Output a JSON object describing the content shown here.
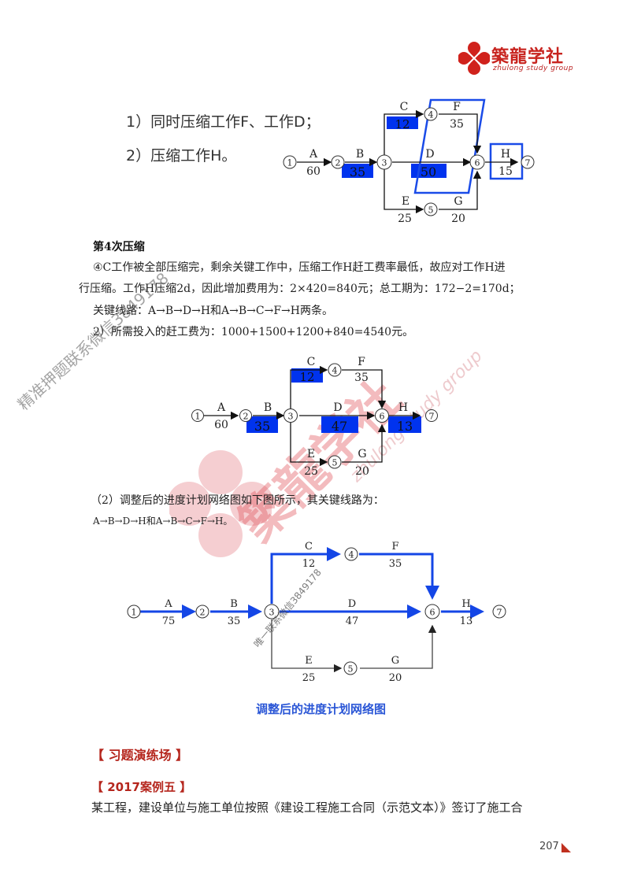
{
  "header": {
    "logo_title": "築龍学社",
    "logo_subtitle": "zhulong study group"
  },
  "step_list": {
    "items": [
      "1）同时压缩工作F、工作D；",
      "2）压缩工作H。"
    ]
  },
  "diagram1": {
    "nodes": [
      "①",
      "②",
      "③",
      "④",
      "⑤",
      "⑥",
      "⑦"
    ],
    "activities": [
      {
        "name": "A",
        "duration": "60"
      },
      {
        "name": "B",
        "duration": "35",
        "highlight": true
      },
      {
        "name": "C",
        "duration": "12",
        "highlight": true
      },
      {
        "name": "D",
        "duration": "50",
        "highlight": true
      },
      {
        "name": "E",
        "duration": "25"
      },
      {
        "name": "F",
        "duration": "35"
      },
      {
        "name": "G",
        "duration": "20"
      },
      {
        "name": "H",
        "duration": "15",
        "boxed": true
      }
    ]
  },
  "section4": {
    "heading": "第4次压缩",
    "lines": [
      "④C工作被全部压缩完，剩余关键工作中，压缩工作H赶工费率最低，故应对工作H进",
      "行压缩。工作H压缩2d，因此增加费用为：2×420=840元；总工期为：172−2=170d；",
      "关键线路：A→B→D→H和A→B→C→F→H两条。",
      "2）所需投入的赶工费为：1000+1500+1200+840=4540元。"
    ]
  },
  "diagram2": {
    "nodes": [
      "①",
      "②",
      "③",
      "④",
      "⑤",
      "⑥",
      "⑦"
    ],
    "activities": [
      {
        "name": "A",
        "duration": "60"
      },
      {
        "name": "B",
        "duration": "35",
        "highlight": true
      },
      {
        "name": "C",
        "duration": "12",
        "highlight": true
      },
      {
        "name": "D",
        "duration": "47",
        "highlight": true
      },
      {
        "name": "E",
        "duration": "25"
      },
      {
        "name": "F",
        "duration": "35"
      },
      {
        "name": "G",
        "duration": "20"
      },
      {
        "name": "H",
        "duration": "13",
        "highlight": true
      }
    ]
  },
  "part2": {
    "line1": "（2）调整后的进度计划网络图如下图所示，其关键线路为：",
    "line2": "A→B→D→H和A→B→C→F→H。"
  },
  "diagram3": {
    "nodes": [
      "①",
      "②",
      "③",
      "④",
      "⑤",
      "⑥",
      "⑦"
    ],
    "activities": [
      {
        "name": "A",
        "duration": "75",
        "critical": true
      },
      {
        "name": "B",
        "duration": "35",
        "critical": true
      },
      {
        "name": "C",
        "duration": "12",
        "critical": true
      },
      {
        "name": "D",
        "duration": "47",
        "critical": true
      },
      {
        "name": "E",
        "duration": "25",
        "critical": false
      },
      {
        "name": "F",
        "duration": "35",
        "critical": true
      },
      {
        "name": "G",
        "duration": "20",
        "critical": false
      },
      {
        "name": "H",
        "duration": "13",
        "critical": true
      }
    ],
    "caption": "调整后的进度计划网络图"
  },
  "exercise": {
    "section_title": "【 习题演练场 】",
    "case_title": "【 2017案例五 】",
    "body": "某工程，建设单位与施工单位按照《建设工程施工合同（示范文本）》签订了施工合"
  },
  "watermarks": {
    "big": "築龍学社",
    "group": "zhulong study group",
    "left": "精准押题联系微信3849178",
    "center": "唯一联系微信3849178"
  },
  "footer": {
    "page_number": "207"
  },
  "colors": {
    "brand_red": "#c8241f",
    "highlight_blue": "#0033ee",
    "critical_blue": "#1446e6",
    "caption_blue": "#2a56d6"
  }
}
